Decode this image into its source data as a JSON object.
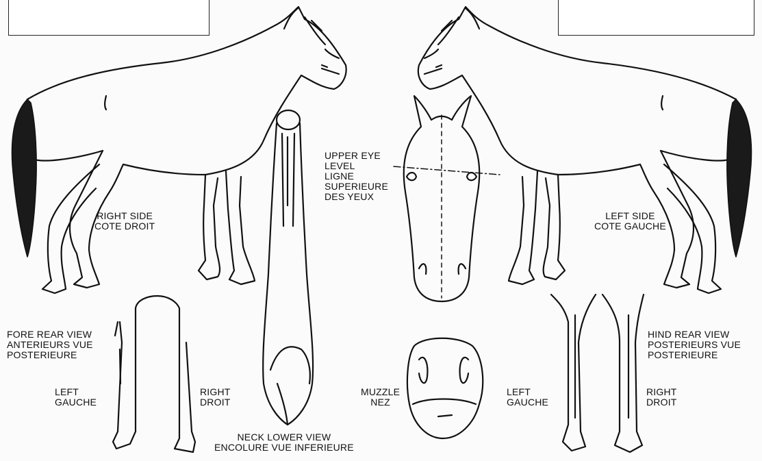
{
  "labels": {
    "right_side": "RIGHT   SIDE\nCOTE DROIT",
    "left_side": "LEFT   SIDE\nCOTE GAUCHE",
    "eye_level": "UPPER EYE\nLEVEL\nLIGNE\nSUPERIEURE\nDES YEUX",
    "fore_rear_view": "FORE REAR VIEW\nANTERIEURS VUE\nPOSTERIEURE",
    "fore_left": "LEFT\nGAUCHE",
    "fore_right": "RIGHT\nDROIT",
    "neck_lower_view": "NECK LOWER VIEW\nENCOLURE VUE INFERIEURE",
    "muzzle": "MUZZLE\nNEZ",
    "hind_left": "LEFT\nGAUCHE",
    "hind_right": "RIGHT\nDROIT",
    "hind_rear_view": "HIND REAR VIEW\nPOSTERIEURS VUE\nPOSTERIEURE"
  },
  "colors": {
    "ink": "#111111",
    "paper": "#fbfbfb"
  }
}
